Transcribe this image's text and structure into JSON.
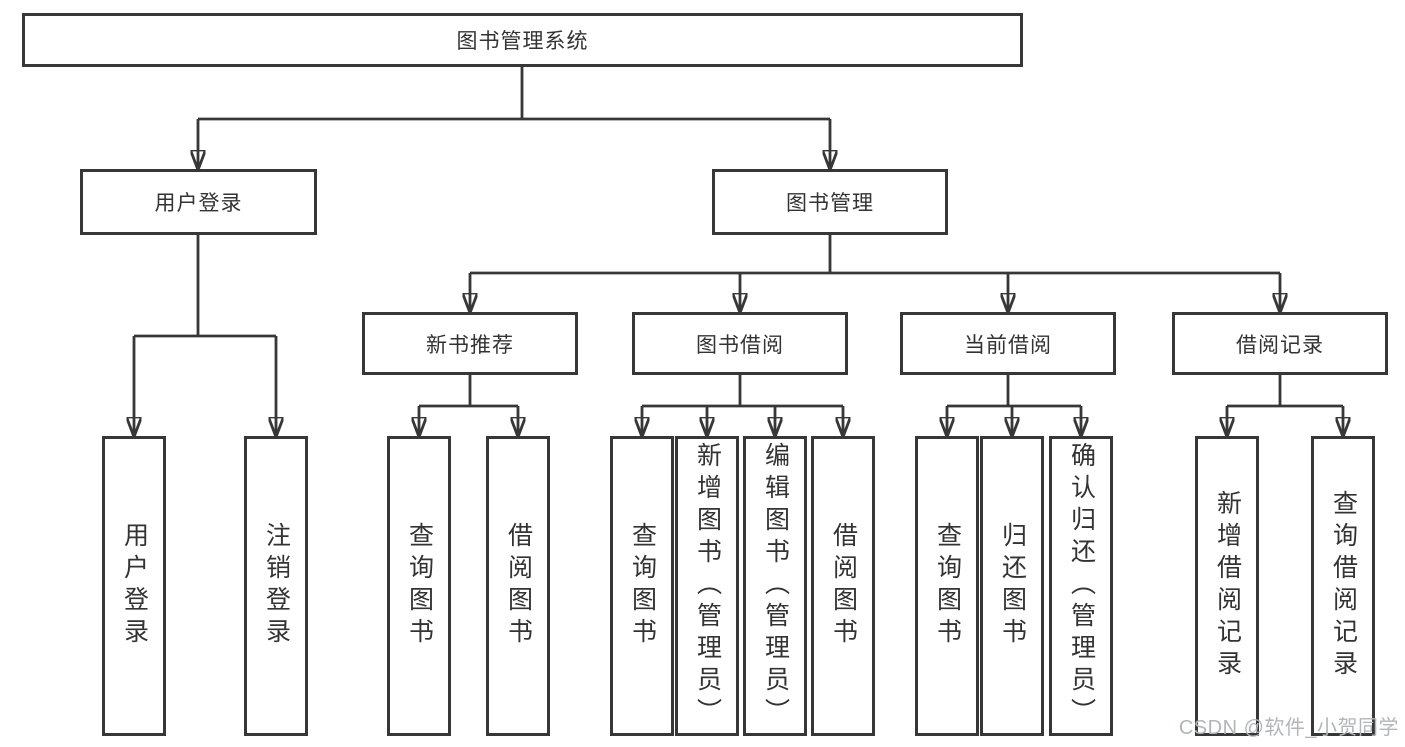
{
  "colors": {
    "line": "#373737",
    "node_border": "#373737",
    "node_fill": "#ffffff",
    "text": "#333333",
    "watermark": "#b2b6ba",
    "background": "#ffffff"
  },
  "watermark": {
    "text": "CSDN @软件_小贺同学"
  },
  "tree": {
    "root": {
      "label": "图书管理系统",
      "children": [
        {
          "label": "用户登录",
          "children": [
            {
              "label": "用户登录"
            },
            {
              "label": "注销登录"
            }
          ]
        },
        {
          "label": "图书管理",
          "children": [
            {
              "label": "新书推荐",
              "children": [
                {
                  "label": "查询图书"
                },
                {
                  "label": "借阅图书"
                }
              ]
            },
            {
              "label": "图书借阅",
              "children": [
                {
                  "label": "查询图书"
                },
                {
                  "label": "新增图书（管理员）"
                },
                {
                  "label": "编辑图书（管理员）"
                },
                {
                  "label": "借阅图书"
                }
              ]
            },
            {
              "label": "当前借阅",
              "children": [
                {
                  "label": "查询图书"
                },
                {
                  "label": "归还图书"
                },
                {
                  "label": "确认归还（管理员）"
                }
              ]
            },
            {
              "label": "借阅记录",
              "children": [
                {
                  "label": "新增借阅记录"
                },
                {
                  "label": "查询借阅记录"
                }
              ]
            }
          ]
        }
      ]
    }
  }
}
